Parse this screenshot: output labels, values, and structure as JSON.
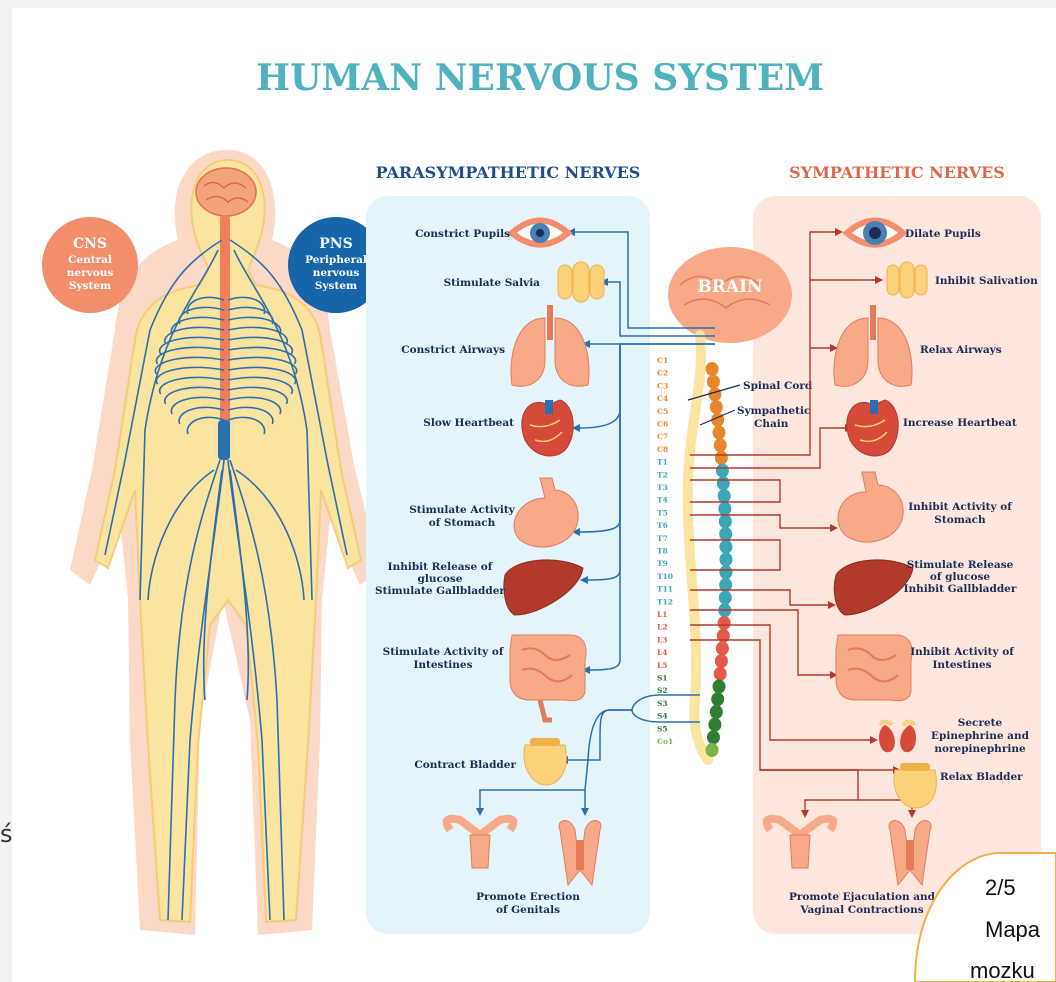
{
  "title": "HUMAN NERVOUS SYSTEM",
  "cns": {
    "abbr": "CNS",
    "line1": "Central",
    "line2": "nervous",
    "line3": "System"
  },
  "pns": {
    "abbr": "PNS",
    "line1": "Peripheral",
    "line2": "nervous",
    "line3": "System"
  },
  "parasympathetic": {
    "heading": "PARASYMPATHETIC NERVES",
    "labels": {
      "pupils": "Constrict Pupils",
      "salvia": "Stimulate Salvia",
      "airways": "Constrict Airways",
      "heart": "Slow Heartbeat",
      "stomach1": "Stimulate Activity",
      "stomach2": "of Stomach",
      "liver1": "Inhibit Release of",
      "liver2": "glucose",
      "liver3": "Stimulate Gallbladder",
      "intest1": "Stimulate Activity of",
      "intest2": "Intestines",
      "bladder": "Contract Bladder",
      "genitals1": "Promote Erection",
      "genitals2": "of Genitals"
    }
  },
  "sympathetic": {
    "heading": "SYMPATHETIC NERVES",
    "labels": {
      "pupils": "Dilate Pupils",
      "salivation": "Inhibit Salivation",
      "airways": "Relax Airways",
      "heart": "Increase Heartbeat",
      "stomach1": "Inhibit Activity of",
      "stomach2": "Stomach",
      "liver1": "Stimulate Release",
      "liver2": "of glucose",
      "liver3": "Inhibit Gallbladder",
      "intest1": "Inhibit Activity of",
      "intest2": "Intestines",
      "adrenal1": "Secrete",
      "adrenal2": "Epinephrine and",
      "adrenal3": "norepinephrine",
      "bladder": "Relax Bladder",
      "genitals1": "Promote Ejaculation and",
      "genitals2": "Vaginal Contractions"
    }
  },
  "center": {
    "brain": "BRAIN",
    "spinal_cord": "Spinal Cord",
    "sympathetic_chain1": "Sympathetic",
    "sympathetic_chain2": "Chain"
  },
  "segments": [
    "C1",
    "C2",
    "C3",
    "C4",
    "C5",
    "C6",
    "C7",
    "C8",
    "T1",
    "T2",
    "T3",
    "T4",
    "T5",
    "T6",
    "T7",
    "T8",
    "T9",
    "T10",
    "T11",
    "T12",
    "L1",
    "L2",
    "L3",
    "L4",
    "L5",
    "S1",
    "S2",
    "S3",
    "S4",
    "S5",
    "Co1"
  ],
  "segment_colors": {
    "cervical": "#e8862c",
    "thoracic": "#3aa6b8",
    "lumbar": "#e45a4a",
    "sacral": "#2e7d32",
    "coccygeal": "#7cb342"
  },
  "overlay": {
    "page": "2/5",
    "text1": "Mapa",
    "text2": "mozku"
  },
  "side_fragment": "ś",
  "colors": {
    "title": "#4fb3bf",
    "para_heading": "#1f4e8c",
    "symp_heading": "#e0664a",
    "cns": "#f28e6c",
    "pns": "#1565a8",
    "para_panel": "#e3f4fb",
    "symp_panel": "#fde6de",
    "nerve": "#2a6fb0"
  }
}
